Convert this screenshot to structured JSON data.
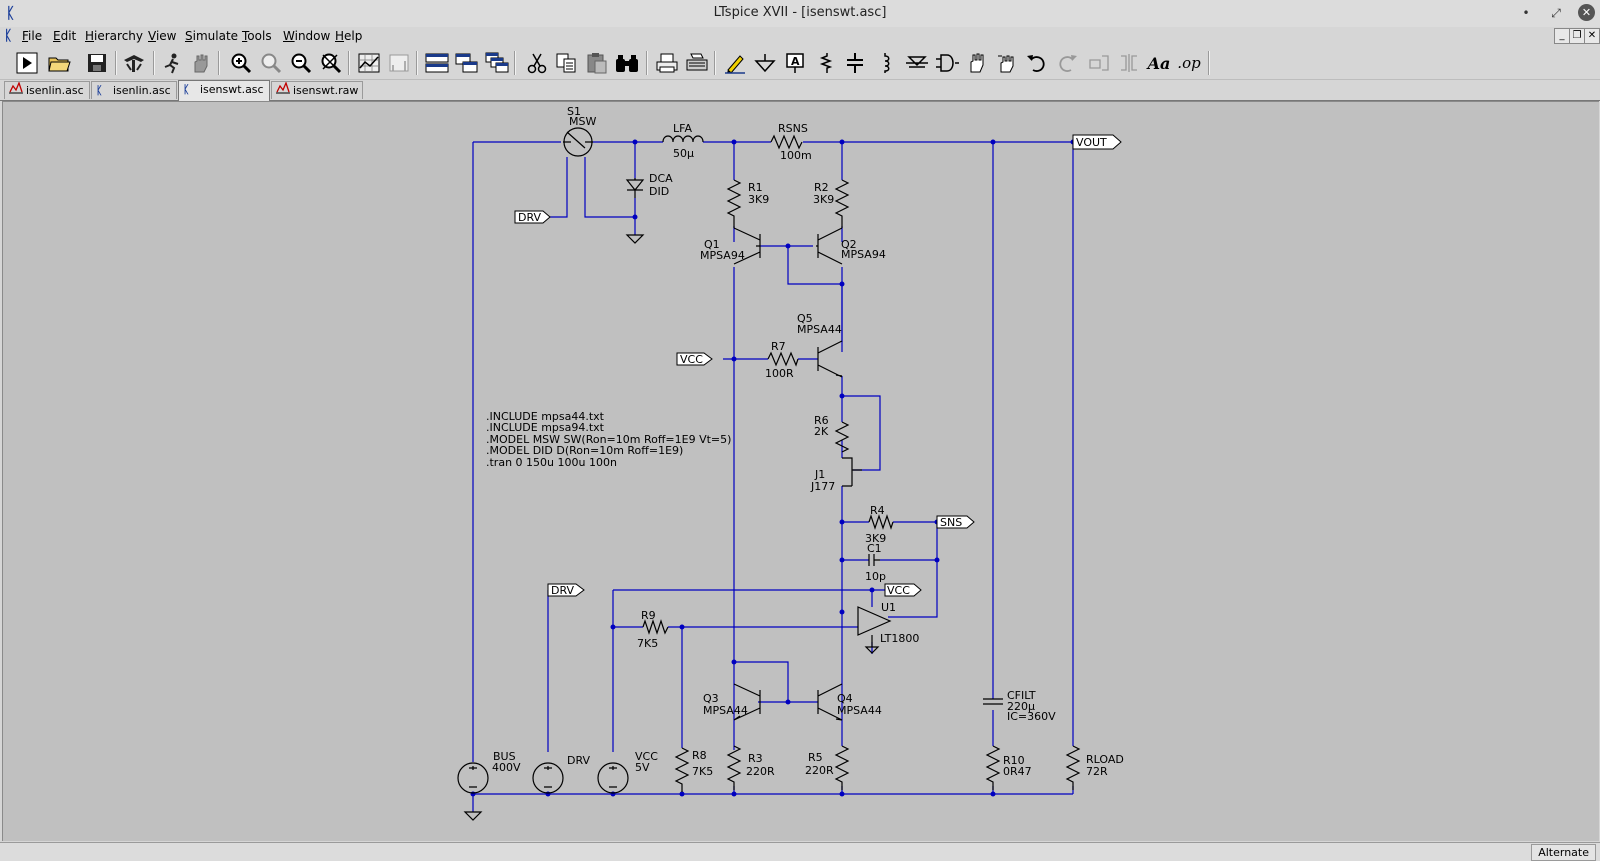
{
  "window": {
    "title": "LTspice XVII - [isenswt.asc]",
    "minimize": "•",
    "maximize": "⤢",
    "close": "✕"
  },
  "menu": {
    "items": [
      {
        "key": "F",
        "rest": "ile"
      },
      {
        "key": "E",
        "rest": "dit"
      },
      {
        "key": "H",
        "rest": "ierarchy"
      },
      {
        "key": "V",
        "rest": "iew"
      },
      {
        "key": "S",
        "rest": "imulate"
      },
      {
        "key": "T",
        "rest": "ools"
      },
      {
        "key": "W",
        "rest": "indow"
      },
      {
        "key": "H",
        "rest": "elp"
      }
    ],
    "mdi_controls": [
      "_",
      "❐",
      "✕"
    ]
  },
  "toolbar": {
    "icons": [
      "run-icon",
      "open-folder-icon",
      "save-icon",
      "control-panel-icon",
      "halt-icon",
      "pan-icon",
      "zoom-in-icon",
      "zoom-area-icon",
      "zoom-out-icon",
      "zoom-fit-icon",
      "autorange-icon",
      "cursor-icon",
      "tile-horizontal-icon",
      "tile-vertical-icon",
      "cascade-icon",
      "cut-icon",
      "copy-icon",
      "paste-icon",
      "find-icon",
      "print-preview-icon",
      "print-icon",
      "draw-wire-icon",
      "ground-icon",
      "label-net-icon",
      "resistor-icon",
      "capacitor-icon",
      "inductor-icon",
      "diode-icon",
      "component-icon",
      "move-icon",
      "drag-icon",
      "undo-icon",
      "redo-icon",
      "rotate-icon",
      "mirror-icon",
      "text-icon",
      "spice-directive-icon"
    ],
    "text_tool": "Aa",
    "directive_tool": ".op"
  },
  "tabs": [
    {
      "label": "isenlin.asc",
      "type": "waveform"
    },
    {
      "label": "isenlin.asc",
      "type": "schematic"
    },
    {
      "label": "isenswt.asc",
      "type": "schematic",
      "active": true
    },
    {
      "label": "isenswt.raw",
      "type": "waveform"
    }
  ],
  "schematic": {
    "wire_color": "#0000c0",
    "components": {
      "s1": {
        "name": "S1",
        "value": "MSW"
      },
      "lfa": {
        "name": "LFA",
        "value": "50µ"
      },
      "rsns": {
        "name": "RSNS",
        "value": "100m"
      },
      "dca": {
        "name": "DCA",
        "value": "DID"
      },
      "r1": {
        "name": "R1",
        "value": "3K9"
      },
      "r2": {
        "name": "R2",
        "value": "3K9"
      },
      "q1": {
        "name": "Q1",
        "value": "MPSA94"
      },
      "q2": {
        "name": "Q2",
        "value": "MPSA94"
      },
      "q5": {
        "name": "Q5",
        "value": "MPSA44"
      },
      "r7": {
        "name": "R7",
        "value": "100R"
      },
      "r6": {
        "name": "R6",
        "value": "2K"
      },
      "j1": {
        "name": "J1",
        "value": "J177"
      },
      "r4": {
        "name": "R4",
        "value": "3K9"
      },
      "c1": {
        "name": "C1",
        "value": "10p"
      },
      "u1": {
        "name": "U1",
        "value": "LT1800"
      },
      "r9": {
        "name": "R9",
        "value": "7K5"
      },
      "q3": {
        "name": "Q3",
        "value": "MPSA44"
      },
      "q4": {
        "name": "Q4",
        "value": "MPSA44"
      },
      "r3": {
        "name": "R3",
        "value": "220R"
      },
      "r5": {
        "name": "R5",
        "value": "220R"
      },
      "r8": {
        "name": "R8",
        "value": "7K5"
      },
      "bus": {
        "name": "BUS",
        "value": "400V"
      },
      "drv": {
        "name": "DRV",
        "value": ""
      },
      "vcc": {
        "name": "VCC",
        "value": "5V"
      },
      "cfilt": {
        "name": "CFILT",
        "value": "220µ",
        "ic": "IC=360V"
      },
      "r10": {
        "name": "R10",
        "value": "0R47"
      },
      "rload": {
        "name": "RLOAD",
        "value": "72R"
      }
    },
    "net_labels": {
      "vout": "VOUT",
      "drv1": "DRV",
      "vcc1": "VCC",
      "sns": "SNS",
      "drv2": "DRV",
      "vcc2": "VCC"
    },
    "directives": [
      ".INCLUDE mpsa44.txt",
      ".INCLUDE mpsa94.txt",
      ".MODEL MSW SW(Ron=10m Roff=1E9 Vt=5)",
      ".MODEL DID D(Ron=10m Roff=1E9)",
      ".tran 0 150u 100u 100n"
    ]
  },
  "status": {
    "mode": "Alternate"
  }
}
